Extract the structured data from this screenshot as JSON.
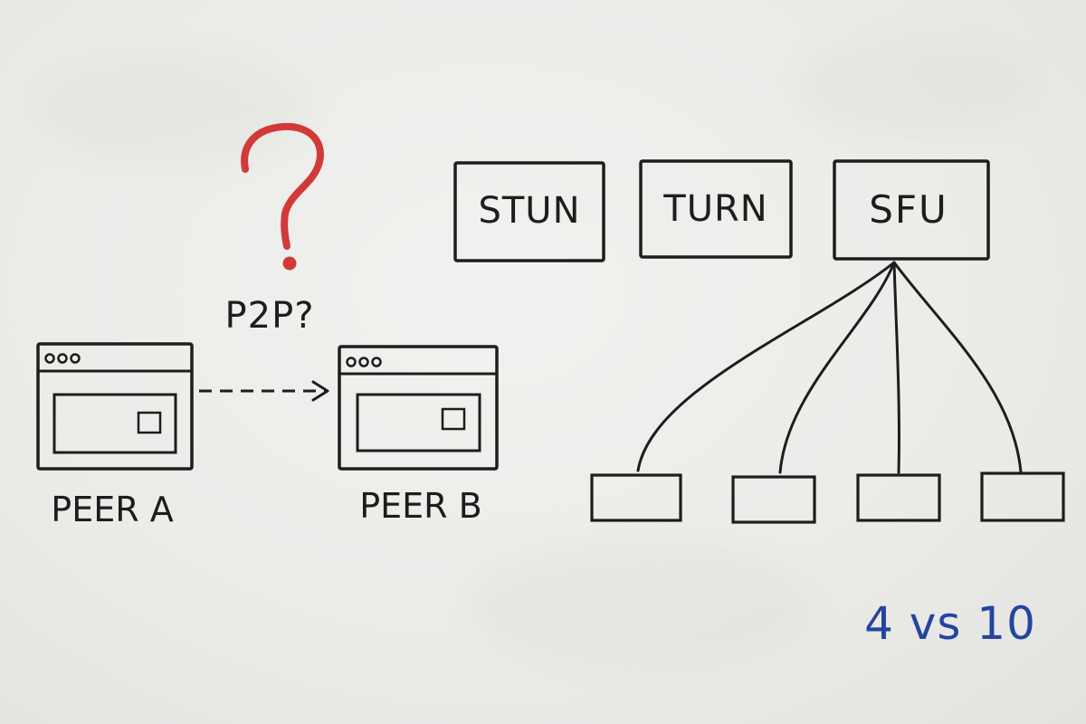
{
  "question_mark": "?",
  "p2p_label": "P2P?",
  "peer_a_label": "PEER A",
  "peer_b_label": "PEER B",
  "servers": {
    "stun": "STUN",
    "turn": "TURN",
    "sfu": "SFU"
  },
  "comparison": "4 vs 10",
  "colors": {
    "ink": "#1d1d1d",
    "question_red": "#d23a3a",
    "comparison_blue": "#2444a0",
    "board": "#ededeb"
  }
}
